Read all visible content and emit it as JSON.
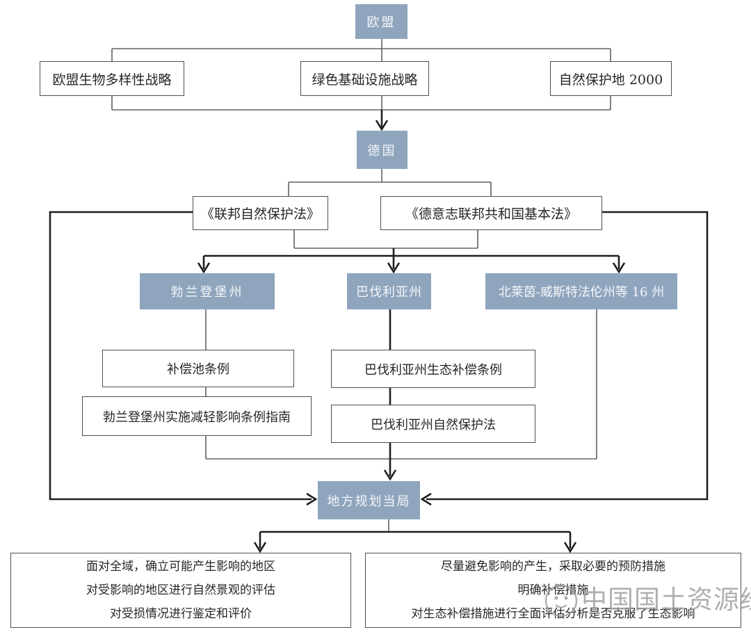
{
  "palette": {
    "node_fill": "#8fa5bd",
    "node_text": "#f4f6f9",
    "outline_border": "#4e4e4e",
    "thin_line": "#606060",
    "thick_line": "#1e1e1e",
    "watermark_gray": "#9c9c9c",
    "background": "#ffffff"
  },
  "nodes": {
    "eu": "欧盟",
    "strategy_biodiversity": "欧盟生物多样性战略",
    "strategy_green_infrastructure": "绿色基础设施战略",
    "strategy_natura_2000": "自然保护地 2000",
    "germany": "德国",
    "law_federal_nature_protection": "《联邦自然保护法》",
    "law_basic_frg": "《德意志联邦共和国基本法》",
    "state_brandenburg": "勃兰登堡州",
    "state_bavaria": "巴伐利亚州",
    "state_nrw_16": "北莱茵-威斯特法伦州等 16 州",
    "reg_compensation_pool": "补偿池条例",
    "reg_brandenburg_guideline": "勃兰登堡州实施减轻影响条例指南",
    "reg_bavaria_eco_compensation": "巴伐利亚州生态补偿条例",
    "reg_bavaria_nature_protection": "巴伐利亚州自然保护法",
    "local_planning_authority": "地方规划当局",
    "task_left": {
      "line1": "面对全域，确立可能产生影响的地区",
      "line2": "对受影响的地区进行自然景观的评估",
      "line3": "对受损情况进行鉴定和评价"
    },
    "task_right": {
      "line1": "尽量避免影响的产生，采取必要的预防措施",
      "line2": "明确补偿措施",
      "line3": "对生态补偿措施进行全面评估分析是否克服了生态影响"
    }
  },
  "watermark": {
    "text": "中国国土资源经济",
    "logo_icon": "round-face-logo-icon"
  }
}
